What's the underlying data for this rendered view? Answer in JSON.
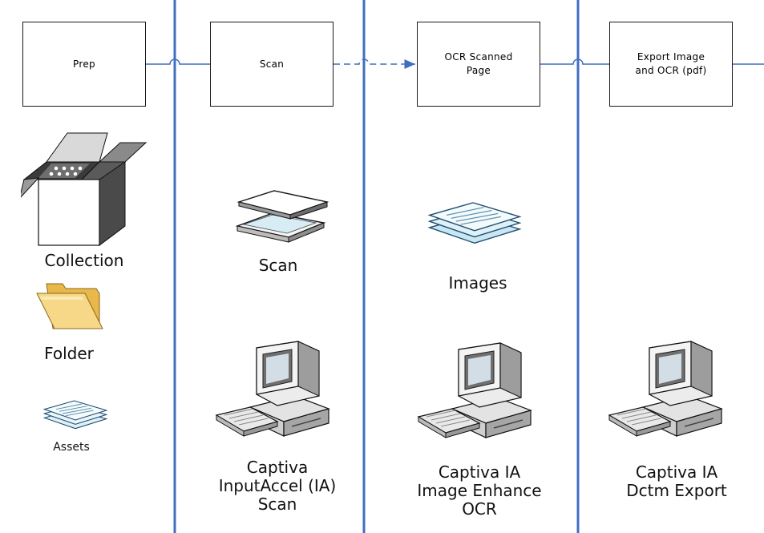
{
  "colors": {
    "lane_divider": "#3f6fbf",
    "connector": "#3f6fbf",
    "box_border": "#1a1a1a"
  },
  "steps": [
    {
      "label": "Prep"
    },
    {
      "label": "Scan"
    },
    {
      "label": "OCR Scanned\nPage"
    },
    {
      "label": "Export Image\nand OCR (pdf)"
    }
  ],
  "lanes": [
    {
      "items": [
        {
          "icon": "box-icon",
          "label": "Collection"
        },
        {
          "icon": "folder-icon",
          "label": "Folder"
        },
        {
          "icon": "documents-icon",
          "label": "Assets"
        }
      ]
    },
    {
      "items": [
        {
          "icon": "scanner-icon",
          "label": "Scan"
        },
        {
          "icon": "computer-icon",
          "label": "Captiva\nInputAccel (IA)\nScan"
        }
      ]
    },
    {
      "items": [
        {
          "icon": "documents-icon",
          "label": "Images"
        },
        {
          "icon": "computer-icon",
          "label": "Captiva IA\nImage Enhance\nOCR"
        }
      ]
    },
    {
      "items": [
        {
          "icon": "computer-icon",
          "label": "Captiva IA\nDctm Export"
        }
      ]
    }
  ]
}
